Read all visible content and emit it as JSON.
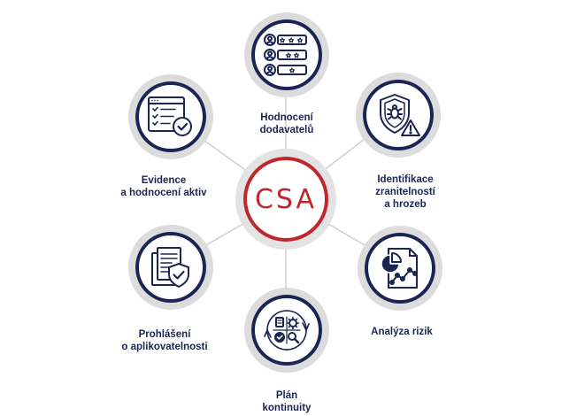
{
  "center": {
    "label": "CSA"
  },
  "colors": {
    "navy": "#1b2553",
    "red": "#c0272d",
    "ring_grey": "#dcdcdc",
    "connector": "#cfcfcf"
  },
  "nodes": [
    {
      "id": "supplier-evaluation",
      "icon": "supplier-rating-icon",
      "lines": [
        "Hodnocení",
        "dodavatelů"
      ]
    },
    {
      "id": "threat-identification",
      "icon": "shield-bug-warning-icon",
      "lines": [
        "Identifikace",
        "zranitelností",
        "a hrozeb"
      ]
    },
    {
      "id": "risk-analysis",
      "icon": "report-chart-icon",
      "lines": [
        "Analýza rizik"
      ]
    },
    {
      "id": "continuity-plan",
      "icon": "continuity-cycle-icon",
      "lines": [
        "Plán",
        "kontinuity"
      ]
    },
    {
      "id": "applicability-statement",
      "icon": "documents-shield-icon",
      "lines": [
        "Prohlášení",
        "o aplikovatelnosti"
      ]
    },
    {
      "id": "asset-evaluation",
      "icon": "checklist-approval-icon",
      "lines": [
        "Evidence",
        "a hodnocení aktiv"
      ]
    }
  ]
}
